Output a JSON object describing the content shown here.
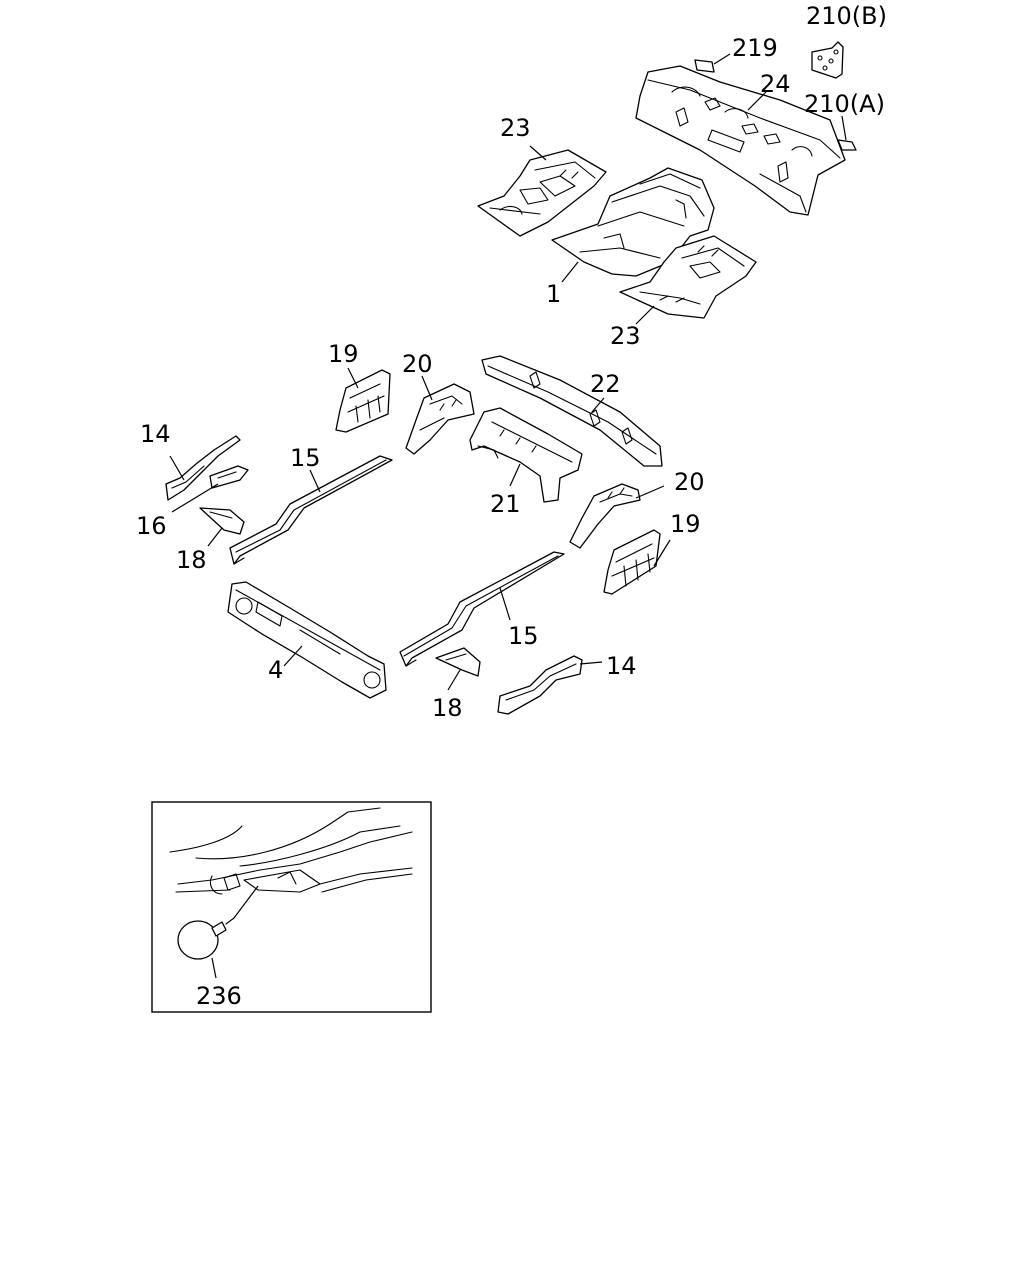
{
  "diagram": {
    "callouts": {
      "c210b": "210(B)",
      "c219": "219",
      "c24": "24",
      "c210a": "210(A)",
      "c23_top": "23",
      "c1": "1",
      "c23_bottom": "23",
      "c19_left": "19",
      "c20_left": "20",
      "c22": "22",
      "c14_left": "14",
      "c15_left": "15",
      "c16": "16",
      "c18_left": "18",
      "c21": "21",
      "c20_right": "20",
      "c19_right": "19",
      "c15_right": "15",
      "c4": "4",
      "c18_bottom": "18",
      "c14_right": "14",
      "c236": "236"
    },
    "colors": {
      "line": "#000000",
      "background": "#ffffff"
    }
  }
}
